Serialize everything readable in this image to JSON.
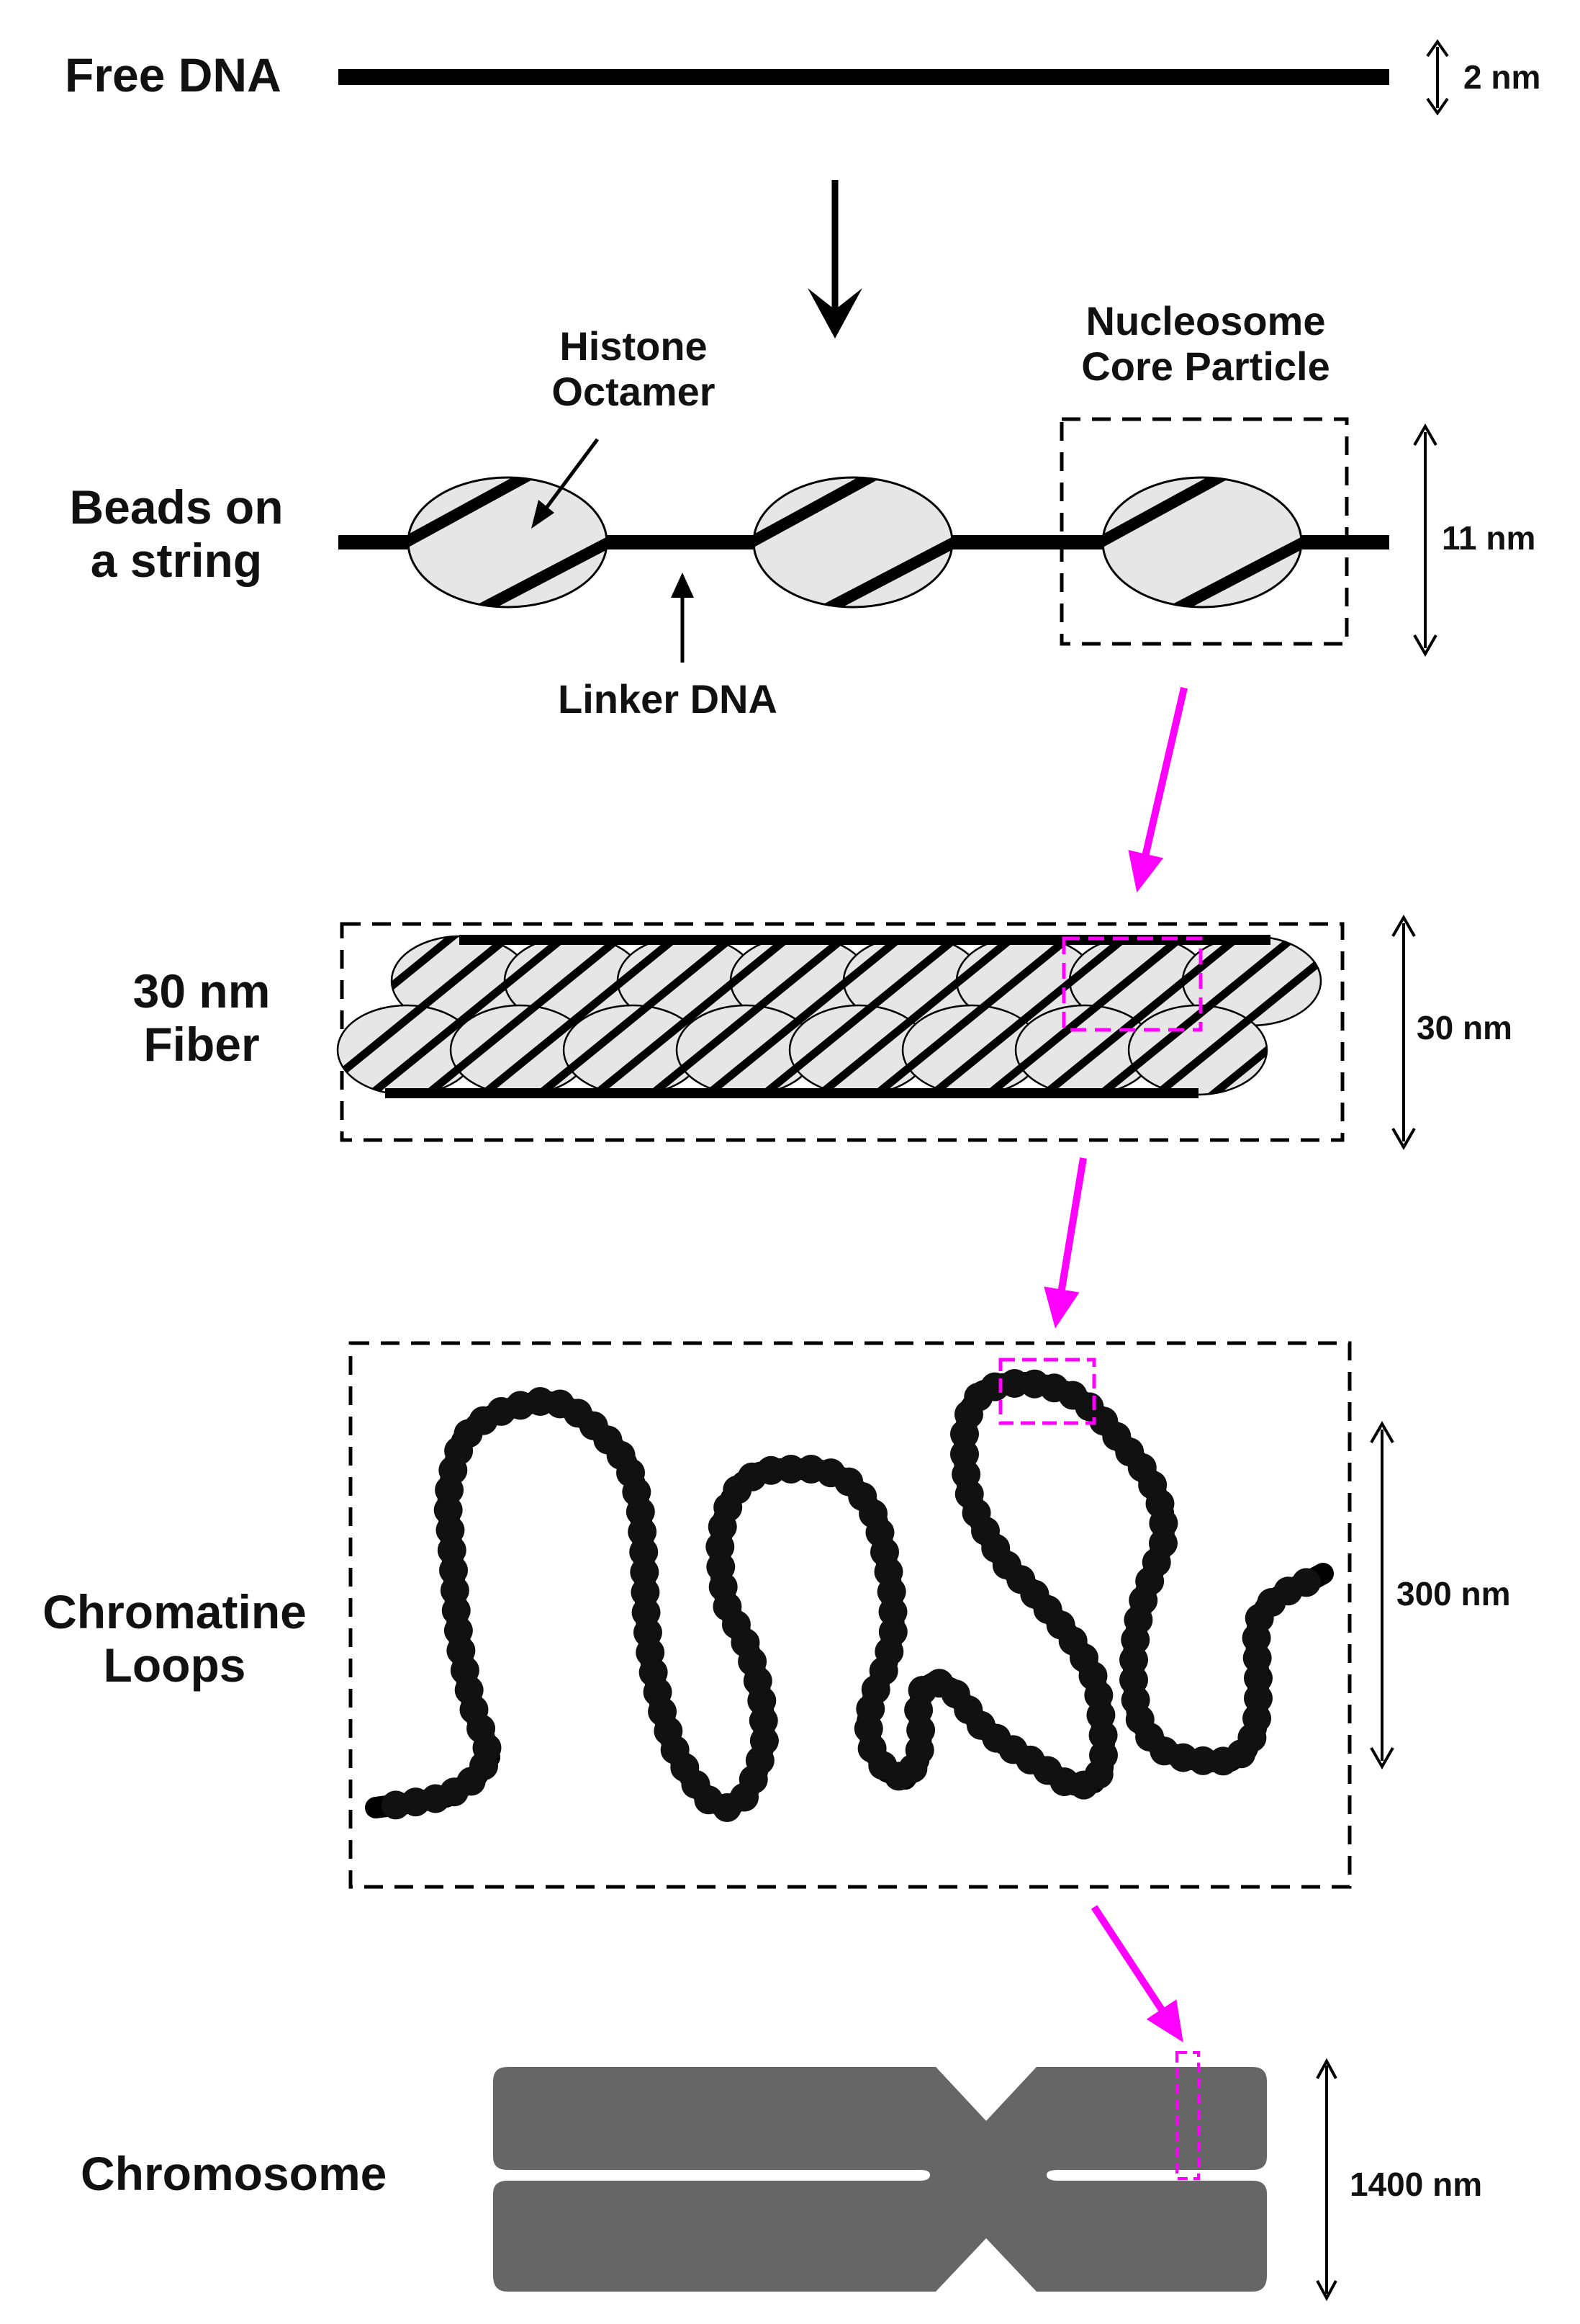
{
  "stages": {
    "free_dna": {
      "label": "Free DNA",
      "size": "2 nm"
    },
    "beads": {
      "label_line1": "Beads on",
      "label_line2": "a string",
      "size": "11 nm"
    },
    "fiber": {
      "label_line1": "30 nm",
      "label_line2": "Fiber",
      "size": "30 nm"
    },
    "loops": {
      "label_line1": "Chromatine",
      "label_line2": "Loops",
      "size": "300 nm"
    },
    "chromosome": {
      "label": "Chromosome",
      "size": "1400 nm"
    }
  },
  "annotations": {
    "histone_octamer_line1": "Histone",
    "histone_octamer_line2": "Octamer",
    "linker_dna": "Linker DNA",
    "nucleosome_line1": "Nucleosome",
    "nucleosome_line2": "Core Particle"
  },
  "colors": {
    "line": "#000000",
    "bead_fill": "#e6e6e6",
    "zoom_arrow": "#ff00ff",
    "chromosome": "#666666"
  }
}
